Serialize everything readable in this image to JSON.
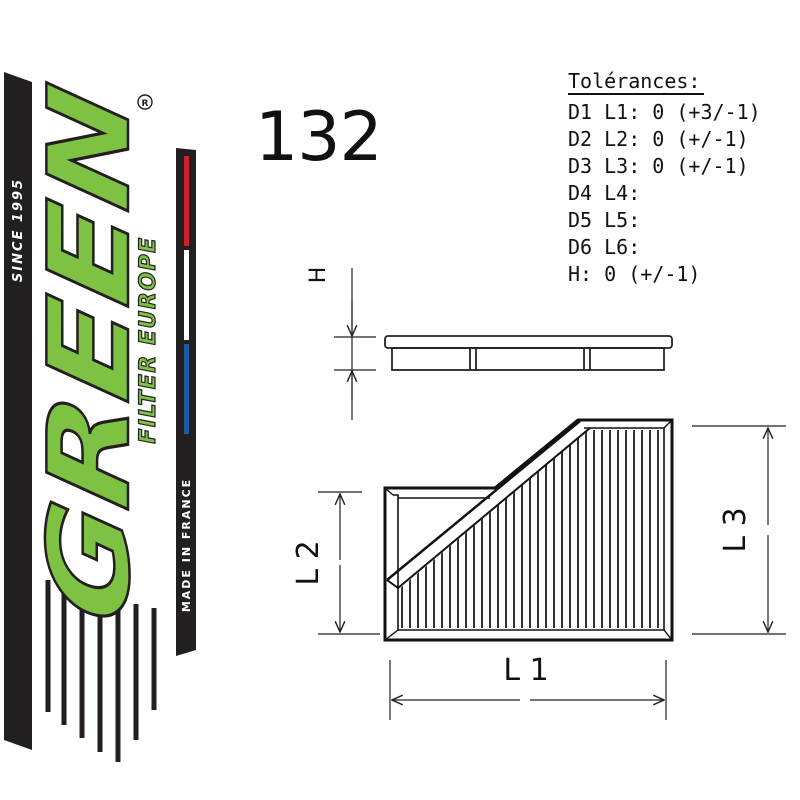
{
  "logo": {
    "brand_text": "GREEN",
    "subtitle": "FILTER EUROPE",
    "since": "SINCE 1995",
    "made_in": "MADE IN FRANCE",
    "registered_mark": "R",
    "colors": {
      "green": "#7dc242",
      "dark": "#231f20",
      "red": "#d0202e",
      "blue": "#1f5aa8"
    }
  },
  "part_number": "132",
  "tolerances": {
    "title": "Tolérances:",
    "rows": [
      "D1 L1: 0 (+3/-1)",
      "D2 L2: 0 (+/-1)",
      "D3 L3: 0 (+/-1)",
      "D4 L4:",
      "D5 L5:",
      "D6 L6:",
      "H: 0 (+/-1)"
    ]
  },
  "dimensions": {
    "height_label": "H",
    "l1_label": "L 1",
    "l2_label": "L 2",
    "l3_label": "L 3"
  }
}
